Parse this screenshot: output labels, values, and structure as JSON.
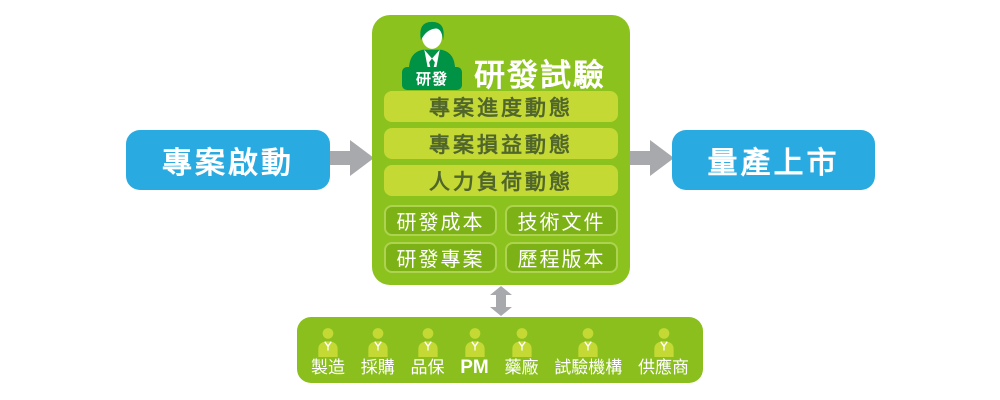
{
  "colors": {
    "blue": "#29ABE2",
    "arrow-gray": "#A7A9AC",
    "panel-green": "#8CC21E",
    "bar-green": "#8ABF1D",
    "light-green": "#C4D934",
    "item-green": "#7CB216",
    "item-border": "#AED350",
    "dark-green": "#009245",
    "light-item-text": "#51662B"
  },
  "icons": {
    "avatar": "businessman-avatar-icon",
    "arrow_right": "arrow-right-icon",
    "arrow_vertical": "double-arrow-vertical-icon",
    "person": "person-icon"
  },
  "flow": {
    "left_box": {
      "label": "專案啟動"
    },
    "right_box": {
      "label": "量產上市"
    },
    "center": {
      "badge_label": "研發",
      "title": "研發試驗",
      "light_items": [
        "專案進度動態",
        "專案損益動態",
        "人力負荷動態"
      ],
      "small_items": [
        "研發成本",
        "技術文件",
        "研發專案",
        "歷程版本"
      ]
    },
    "bottom_bar": {
      "roles": [
        "製造",
        "採購",
        "品保",
        "PM",
        "藥廠",
        "試驗機構",
        "供應商"
      ]
    }
  }
}
